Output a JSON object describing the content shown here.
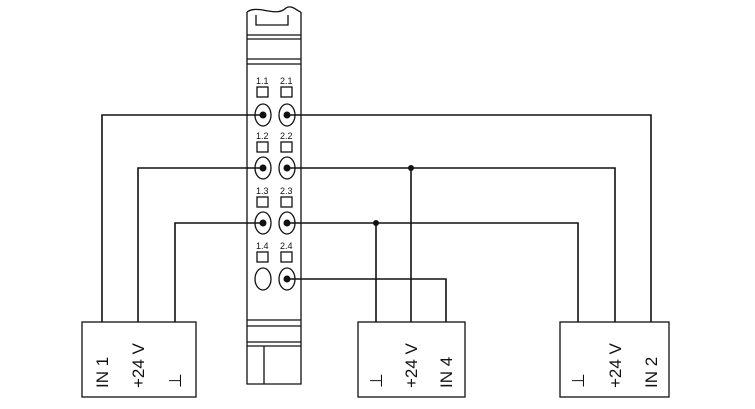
{
  "module": {
    "led_labels": [
      "1.1",
      "2.1",
      "1.2",
      "2.2",
      "1.3",
      "2.3",
      "1.4",
      "2.4"
    ]
  },
  "terminal_blocks": [
    {
      "id": "block-left",
      "terminals": [
        "IN 1",
        "+24 V",
        "⊥"
      ]
    },
    {
      "id": "block-middle",
      "terminals": [
        "⊥",
        "+24 V",
        "IN 4"
      ]
    },
    {
      "id": "block-right",
      "terminals": [
        "⊥",
        "+24 V",
        "IN 2"
      ]
    }
  ],
  "colors": {
    "line": "#111111",
    "module_fill": "#ffffff"
  }
}
